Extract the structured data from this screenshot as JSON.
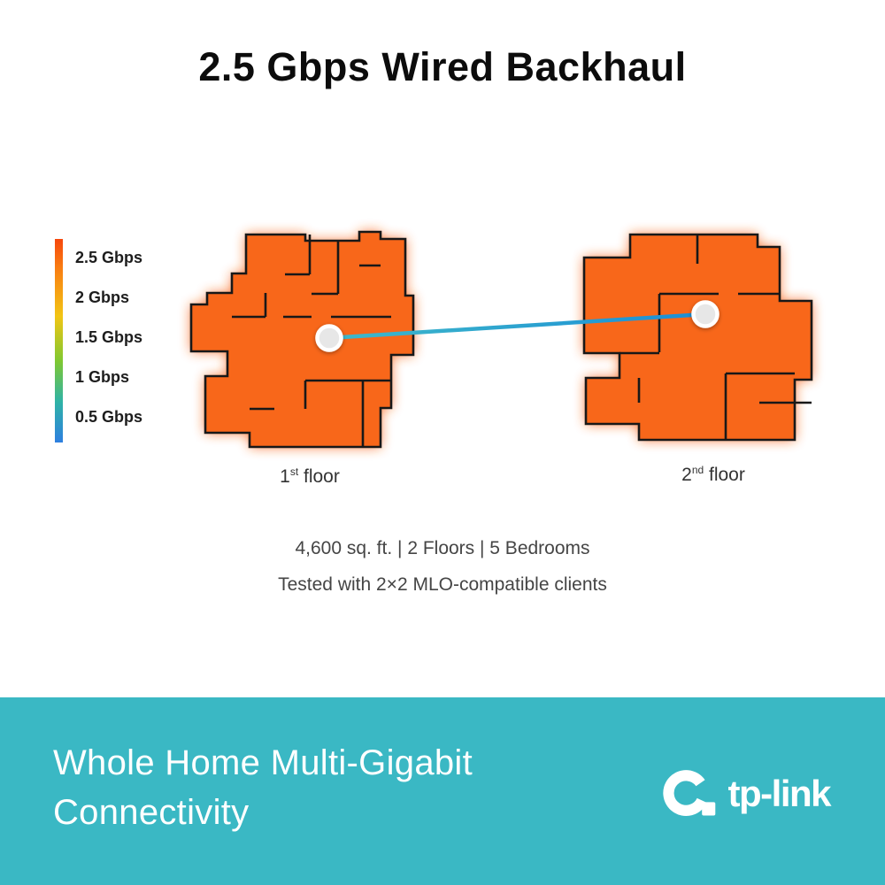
{
  "title": "2.5 Gbps Wired Backhaul",
  "legend": {
    "items": [
      "2.5 Gbps",
      "2 Gbps",
      "1.5 Gbps",
      "1 Gbps",
      "0.5 Gbps"
    ],
    "gradient_top_color": "#f6470d",
    "gradient_bottom_color": "#2e7fe0"
  },
  "floors": [
    {
      "num": "1",
      "sup": "st",
      "rest": " floor"
    },
    {
      "num": "2",
      "sup": "nd",
      "rest": " floor"
    }
  ],
  "specs": {
    "line1": "4,600 sq. ft. | 2 Floors | 5 Bedrooms",
    "line2": "Tested with 2×2 MLO-compatible clients"
  },
  "footer": {
    "line1": "Whole Home Multi-Gigabit",
    "line2": "Connectivity",
    "brand": "tp-link",
    "background_color": "#3ab8c4"
  },
  "colors": {
    "heatmap_orange": "#f8671a",
    "backhaul_line_blue": "#1b8ed6",
    "backhaul_line_teal": "#3fb9c9",
    "node_fill": "#e7e7e7",
    "wall_black": "#181818"
  }
}
